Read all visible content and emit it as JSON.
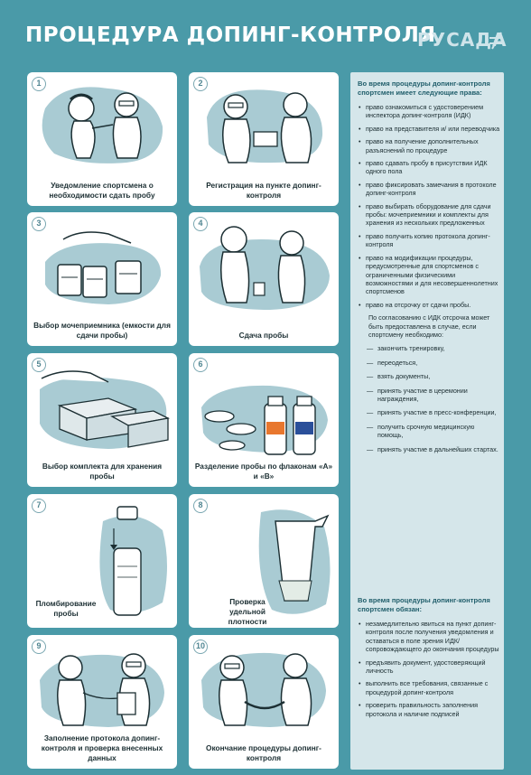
{
  "header": {
    "title": "ПРОЦЕДУРА ДОПИНГ-КОНТРОЛЯ",
    "logo": "РУСАДА"
  },
  "steps": [
    {
      "num": "1",
      "caption": "Уведомление спортсмена о необходимости сдать пробу"
    },
    {
      "num": "2",
      "caption": "Регистрация на пункте допинг-контроля"
    },
    {
      "num": "3",
      "caption": "Выбор мочеприемника (емкости для сдачи пробы)"
    },
    {
      "num": "4",
      "caption": "Сдача пробы"
    },
    {
      "num": "5",
      "caption": "Выбор комплекта для хранения пробы"
    },
    {
      "num": "6",
      "caption": "Разделение пробы по флаконам «А» и «В»"
    },
    {
      "num": "7",
      "caption": "Пломбирование пробы"
    },
    {
      "num": "8",
      "caption": "Проверка удельной плотности"
    },
    {
      "num": "9",
      "caption": "Заполнение протокола допинг-контроля и проверка внесенных данных"
    },
    {
      "num": "10",
      "caption": "Окончание процедуры допинг-контроля"
    }
  ],
  "rights": {
    "heading": "Во время процедуры допинг-контроля спортсмен имеет следующие права:",
    "items": [
      "право ознакомиться с удостоверением инспектора допинг-контроля (ИДК)",
      "право на представителя и/ или переводчика",
      "право на получение дополнительных разъяснений по процедуре",
      "право сдавать пробу в присутствии ИДК одного пола",
      "право фиксировать замечания в протоколе допинг-контроля",
      "право выбирать оборудование для сдачи пробы: мочеприемники и комплекты для хранения из нескольких предложенных",
      "право получить копию протокола допинг-контроля",
      "право на модификации процедуры, предусмотренные для спортсменов с ограниченными физическими возможностями и для несовершеннолетних спортсменов",
      "право на отсрочку от сдачи пробы."
    ],
    "delay_intro": "По согласованию с ИДК отсрочка может быть предоставлена в случае, если спортсмену необходимо:",
    "delay_items": [
      "закончить тренировку,",
      "переодеться,",
      "взять документы,",
      "принять участие в церемонии награждения,",
      "принять участие в пресс-конференции,",
      "получить срочную медицинскую помощь,",
      "принять участие в дальнейших стартах."
    ]
  },
  "duties": {
    "heading": "Во время процедуры допинг-контроля спортсмен обязан:",
    "items": [
      "незамедлительно явиться на пункт допинг-контроля после получения уведомления и оставаться в поле зрения ИДК/ сопровождающего до окончания процедуры",
      "предъявить документ, удостоверяющий личность",
      "выполнить все требования, связанные с процедурой допинг-контроля",
      "проверить правильность заполнения протокола и наличие подписей"
    ]
  },
  "colors": {
    "background": "#4a9aa8",
    "panel": "#d5e6ea",
    "card": "#ffffff",
    "blob": "#a9cbd3",
    "accent_orange": "#e8772e",
    "accent_blue": "#2a4f9a"
  }
}
